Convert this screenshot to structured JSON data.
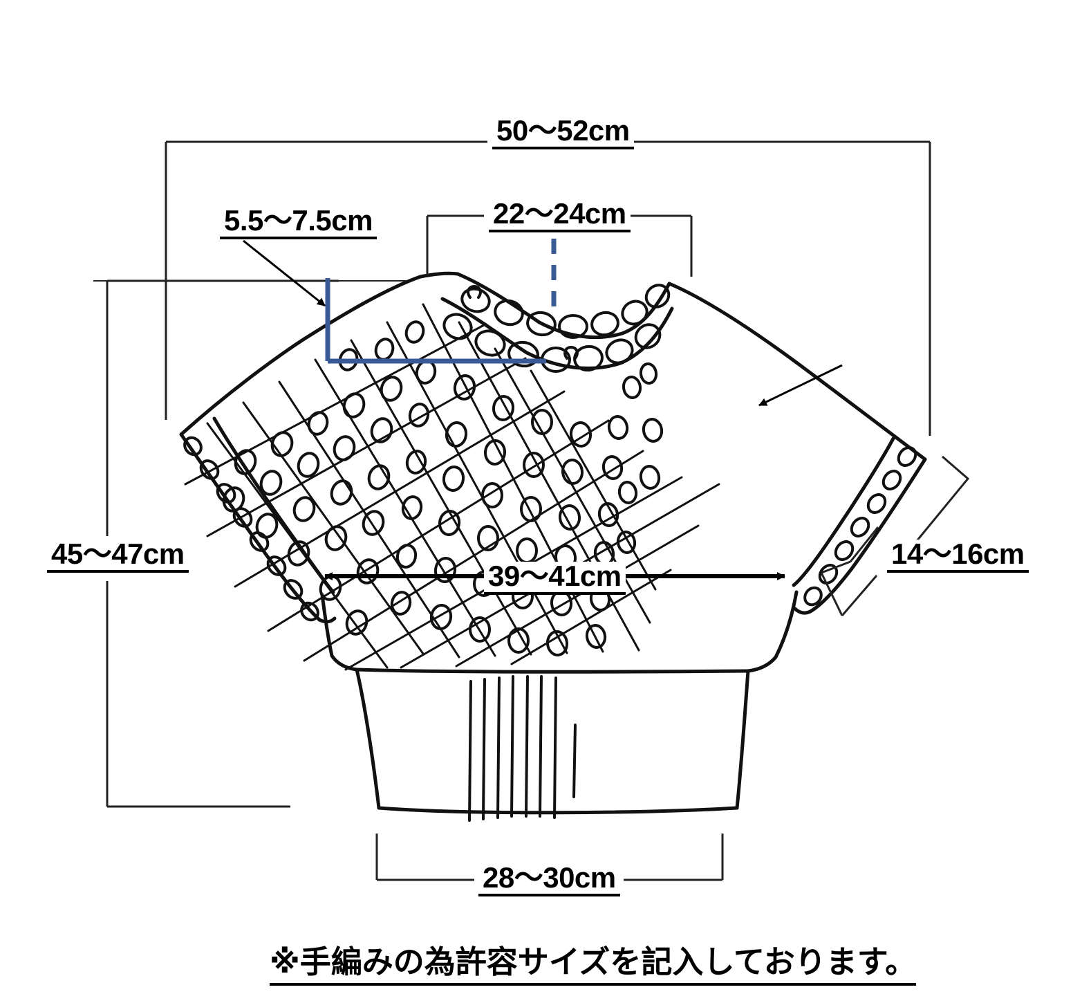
{
  "diagram": {
    "title": "Hand-knitted dolman sleeve top size chart",
    "garment_type": "short-sleeve knit top sketch",
    "line_color": "#000000",
    "accent_color": "#3a5a96",
    "background_color": "#ffffff"
  },
  "measurements": {
    "total_width": "50〜52cm",
    "shoulder_slope": "5.5〜7.5cm",
    "neck_width": "22〜24cm",
    "total_length": "45〜47cm",
    "bust_width": "39〜41cm",
    "sleeve_opening": "14〜16cm",
    "hem_width": "28〜30cm"
  },
  "caption": {
    "note": "※手編みの為許容サイズを記入しております。"
  },
  "chart_data": {
    "type": "table",
    "title": "Hand-knitted top allowable measurements",
    "categories": [
      "total_width",
      "shoulder_slope",
      "neck_width",
      "total_length",
      "bust_width",
      "sleeve_opening",
      "hem_width"
    ],
    "values": [
      "50〜52cm",
      "5.5〜7.5cm",
      "22〜24cm",
      "45〜47cm",
      "39〜41cm",
      "14〜16cm",
      "28〜30cm"
    ],
    "units": "cm",
    "note": "※手編みの為許容サイズを記入しております。"
  }
}
